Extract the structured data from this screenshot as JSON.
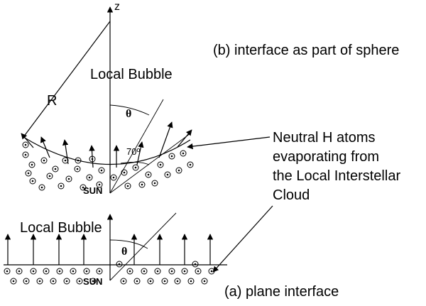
{
  "labels": {
    "z_axis": "z",
    "radius": "R",
    "local_bubble_top": "Local Bubble",
    "interface_b": "(b) interface as part of sphere",
    "theta_top": "θ",
    "angle_70": "70º",
    "sun_top": "SUN",
    "neutral_line1": "Neutral H atoms",
    "neutral_line2": "evaporating from",
    "neutral_line3": "the Local Interstellar",
    "neutral_line4": "Cloud",
    "local_bubble_bottom": "Local Bubble",
    "theta_bottom": "θ",
    "sun_bottom": "SUN",
    "interface_a": "(a) plane interface"
  }
}
